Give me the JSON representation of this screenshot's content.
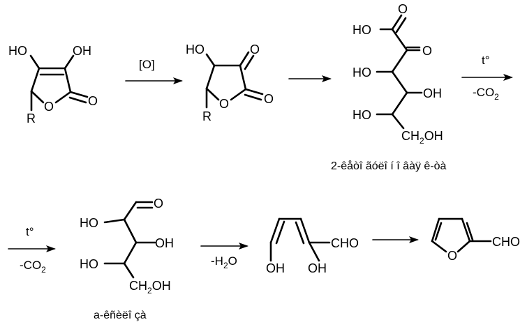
{
  "row1": {
    "mol1": {
      "oh_left": "HO",
      "oh_right": "OH",
      "ring_o": "O",
      "carbonyl_o": "O",
      "r": "R"
    },
    "arrow1": {
      "condition": "[O]"
    },
    "mol2": {
      "ho": "HO",
      "keto_o": "O",
      "ring_o": "O",
      "carbonyl_o": "O",
      "r": "R"
    },
    "mol3": {
      "hooc_prefix": "HO",
      "keto_o": "O",
      "oh1": "HO",
      "oh2": "OH",
      "oh3": "HO",
      "ch2oh_a": "CH",
      "ch2oh_sub": "2",
      "ch2oh_b": "OH",
      "caption": "2-êåòî ãóëî í î âàÿ ê-òà"
    },
    "arrow3": {
      "condition": "t°",
      "byproduct_a": "-CO",
      "byproduct_sub": "2"
    }
  },
  "row2": {
    "arrow4": {
      "condition": "t°",
      "byproduct_a": "-CO",
      "byproduct_sub": "2"
    },
    "mol4": {
      "aldehyde_o": "O",
      "oh1": "HO",
      "oh2": "OH",
      "oh3": "HO",
      "ch2oh_a": "CH",
      "ch2oh_sub": "2",
      "ch2oh_b": "OH",
      "caption": "a-êñèëî çà"
    },
    "arrow5": {
      "byproduct_a": "-H",
      "byproduct_sub": "2",
      "byproduct_b": "O"
    },
    "mol5": {
      "cho": "CHO",
      "oh1": "OH",
      "oh2": "OH"
    },
    "mol6": {
      "ring_o": "O",
      "cho": "CHO"
    }
  }
}
